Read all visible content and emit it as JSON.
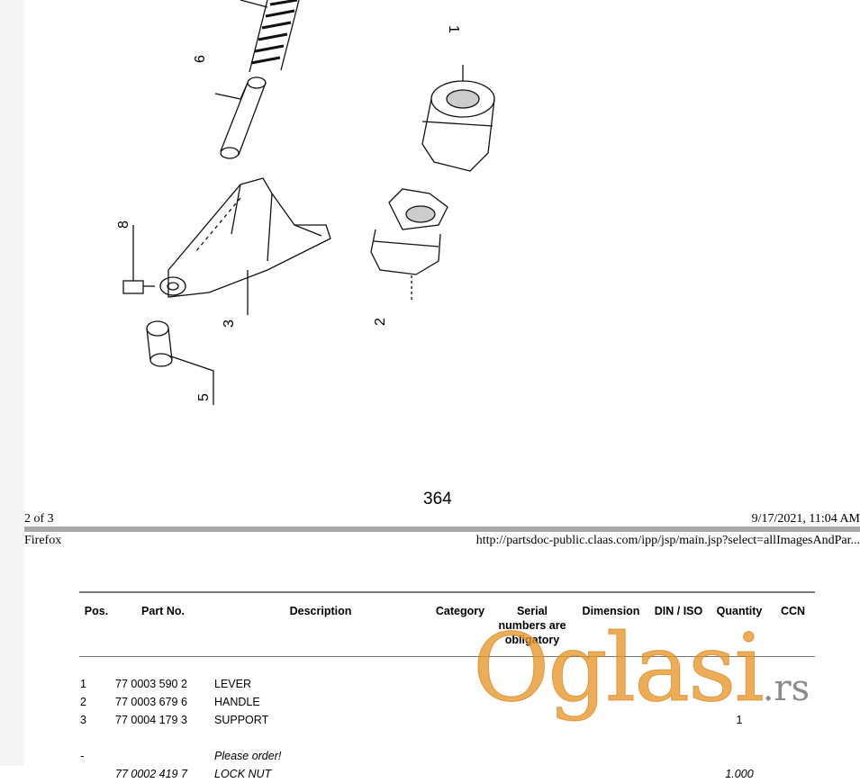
{
  "page_top": {
    "page_number": "364",
    "footer_left": "2 of 3",
    "footer_right": "9/17/2021, 11:04 AM",
    "callouts": [
      "1",
      "2",
      "3",
      "5",
      "6",
      "8"
    ]
  },
  "page_bottom": {
    "header_left": "Firefox",
    "header_right": "http://partsdoc-public.claas.com/ipp/jsp/main.jsp?select=allImagesAndPar...",
    "columns": [
      "Pos.",
      "Part No.",
      "Description",
      "Category",
      "Serial numbers are obligatory",
      "Dimension",
      "DIN / ISO",
      "Quantity",
      "CCN"
    ],
    "rows": [
      {
        "pos": "1",
        "part_no": "77 0003 590 2",
        "description": "LEVER",
        "quantity": "",
        "italic": false
      },
      {
        "pos": "2",
        "part_no": "77 0003 679 6",
        "description": "HANDLE",
        "quantity": "",
        "italic": false
      },
      {
        "pos": "3",
        "part_no": "77 0004 179 3",
        "description": "SUPPORT",
        "quantity": "1",
        "italic": false
      },
      {
        "pos": "-",
        "part_no": "",
        "description": "Please order!",
        "quantity": "",
        "italic": true
      },
      {
        "pos": "",
        "part_no": "77 0002 419 7",
        "description": "LOCK NUT",
        "quantity": "1.000",
        "italic": true
      }
    ]
  },
  "watermark": {
    "text": "Oglasi",
    "suffix": ".rs",
    "color": "#e8962a"
  }
}
